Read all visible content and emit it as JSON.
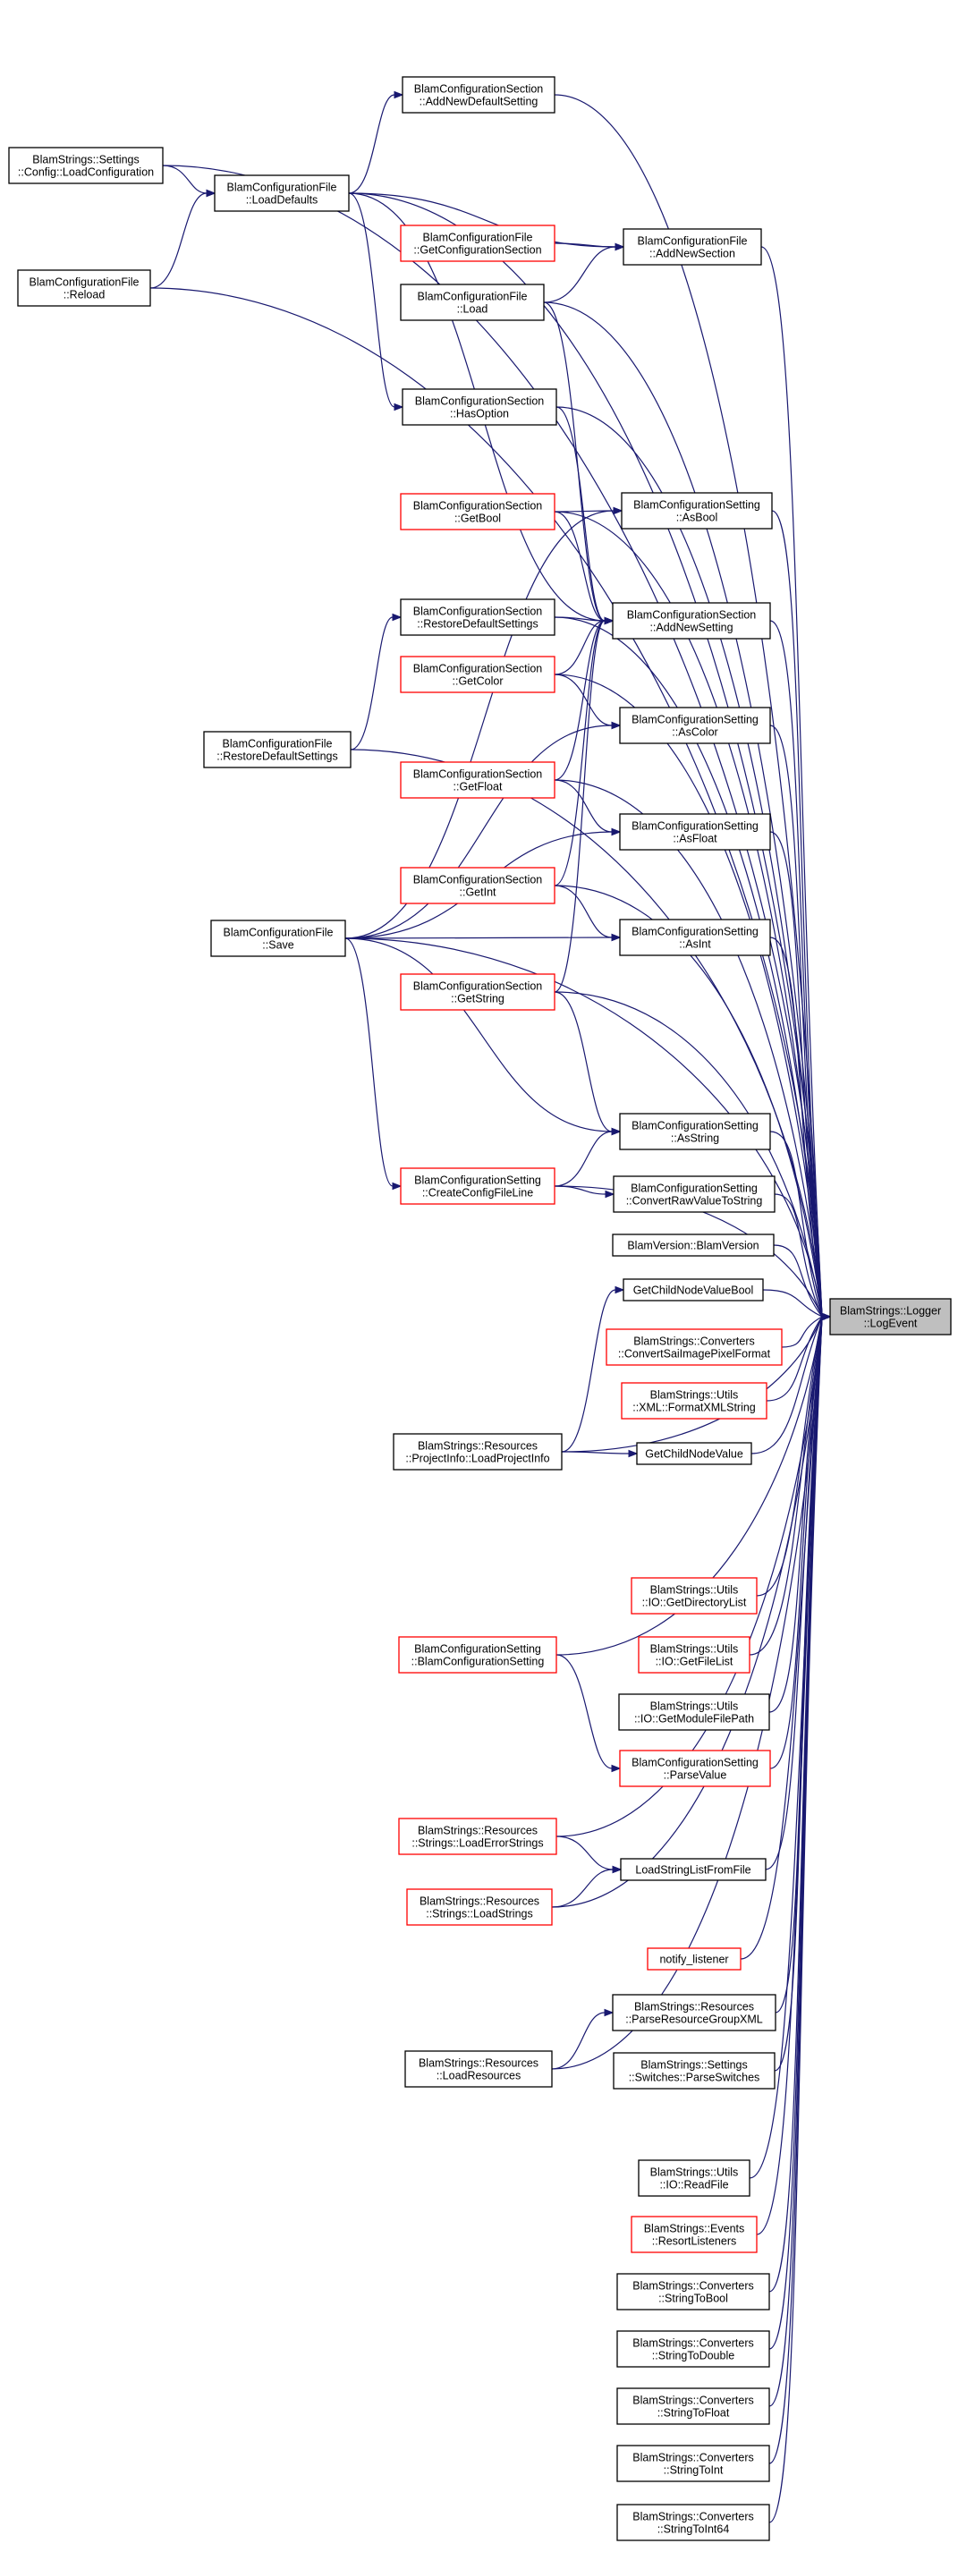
{
  "nodes": [
    {
      "id": "n0",
      "lines": [
        "BlamConfigurationSection",
        "::AddNewDefaultSetting"
      ],
      "border": "black"
    },
    {
      "id": "n1",
      "lines": [
        "BlamStrings::Settings",
        "::Config::LoadConfiguration"
      ],
      "border": "black"
    },
    {
      "id": "n2",
      "lines": [
        "BlamConfigurationFile",
        "::LoadDefaults"
      ],
      "border": "black"
    },
    {
      "id": "n3",
      "lines": [
        "BlamConfigurationFile",
        "::GetConfigurationSection"
      ],
      "border": "red"
    },
    {
      "id": "n4",
      "lines": [
        "BlamConfigurationFile",
        "::AddNewSection"
      ],
      "border": "black"
    },
    {
      "id": "n5",
      "lines": [
        "BlamConfigurationFile",
        "::Reload"
      ],
      "border": "black"
    },
    {
      "id": "n6",
      "lines": [
        "BlamConfigurationFile",
        "::Load"
      ],
      "border": "black"
    },
    {
      "id": "n7",
      "lines": [
        "BlamConfigurationSection",
        "::HasOption"
      ],
      "border": "black"
    },
    {
      "id": "n8",
      "lines": [
        "BlamConfigurationSection",
        "::GetBool"
      ],
      "border": "red"
    },
    {
      "id": "n9",
      "lines": [
        "BlamConfigurationSetting",
        "::AsBool"
      ],
      "border": "black"
    },
    {
      "id": "n10",
      "lines": [
        "BlamConfigurationSection",
        "::RestoreDefaultSettings"
      ],
      "border": "black"
    },
    {
      "id": "n11",
      "lines": [
        "BlamConfigurationSection",
        "::AddNewSetting"
      ],
      "border": "black"
    },
    {
      "id": "n12",
      "lines": [
        "BlamConfigurationSection",
        "::GetColor"
      ],
      "border": "red"
    },
    {
      "id": "n13",
      "lines": [
        "BlamConfigurationSetting",
        "::AsColor"
      ],
      "border": "black"
    },
    {
      "id": "n14",
      "lines": [
        "BlamConfigurationFile",
        "::RestoreDefaultSettings"
      ],
      "border": "black"
    },
    {
      "id": "n15",
      "lines": [
        "BlamConfigurationSection",
        "::GetFloat"
      ],
      "border": "red"
    },
    {
      "id": "n16",
      "lines": [
        "BlamConfigurationSetting",
        "::AsFloat"
      ],
      "border": "black"
    },
    {
      "id": "n17",
      "lines": [
        "BlamConfigurationSection",
        "::GetInt"
      ],
      "border": "red"
    },
    {
      "id": "n18",
      "lines": [
        "BlamConfigurationFile",
        "::Save"
      ],
      "border": "black"
    },
    {
      "id": "n19",
      "lines": [
        "BlamConfigurationSetting",
        "::AsInt"
      ],
      "border": "black"
    },
    {
      "id": "n20",
      "lines": [
        "BlamConfigurationSection",
        "::GetString"
      ],
      "border": "red"
    },
    {
      "id": "n21",
      "lines": [
        "BlamConfigurationSetting",
        "::AsString"
      ],
      "border": "black"
    },
    {
      "id": "n22",
      "lines": [
        "BlamConfigurationSetting",
        "::CreateConfigFileLine"
      ],
      "border": "red"
    },
    {
      "id": "n23",
      "lines": [
        "BlamConfigurationSetting",
        "::ConvertRawValueToString"
      ],
      "border": "black"
    },
    {
      "id": "n24",
      "lines": [
        "BlamVersion::BlamVersion"
      ],
      "border": "black"
    },
    {
      "id": "n25",
      "lines": [
        "GetChildNodeValueBool"
      ],
      "border": "black"
    },
    {
      "id": "n26",
      "lines": [
        "BlamStrings::Logger",
        "::LogEvent"
      ],
      "border": "target"
    },
    {
      "id": "n27",
      "lines": [
        "BlamStrings::Converters",
        "::ConvertSaiImagePixelFormat"
      ],
      "border": "red"
    },
    {
      "id": "n28",
      "lines": [
        "BlamStrings::Utils",
        "::XML::FormatXMLString"
      ],
      "border": "red"
    },
    {
      "id": "n29",
      "lines": [
        "BlamStrings::Resources",
        "::ProjectInfo::LoadProjectInfo"
      ],
      "border": "black"
    },
    {
      "id": "n30",
      "lines": [
        "GetChildNodeValue"
      ],
      "border": "black"
    },
    {
      "id": "n31",
      "lines": [
        "BlamStrings::Utils",
        "::IO::GetDirectoryList"
      ],
      "border": "red"
    },
    {
      "id": "n32",
      "lines": [
        "BlamConfigurationSetting",
        "::BlamConfigurationSetting"
      ],
      "border": "red"
    },
    {
      "id": "n33",
      "lines": [
        "BlamStrings::Utils",
        "::IO::GetFileList"
      ],
      "border": "red"
    },
    {
      "id": "n34",
      "lines": [
        "BlamStrings::Utils",
        "::IO::GetModuleFilePath"
      ],
      "border": "black"
    },
    {
      "id": "n35",
      "lines": [
        "BlamConfigurationSetting",
        "::ParseValue"
      ],
      "border": "red"
    },
    {
      "id": "n36",
      "lines": [
        "BlamStrings::Resources",
        "::Strings::LoadErrorStrings"
      ],
      "border": "red"
    },
    {
      "id": "n37",
      "lines": [
        "LoadStringListFromFile"
      ],
      "border": "black"
    },
    {
      "id": "n38",
      "lines": [
        "BlamStrings::Resources",
        "::Strings::LoadStrings"
      ],
      "border": "red"
    },
    {
      "id": "n39",
      "lines": [
        "notify_listener"
      ],
      "border": "red"
    },
    {
      "id": "n40",
      "lines": [
        "BlamStrings::Resources",
        "::ParseResourceGroupXML"
      ],
      "border": "black"
    },
    {
      "id": "n41",
      "lines": [
        "BlamStrings::Resources",
        "::LoadResources"
      ],
      "border": "black"
    },
    {
      "id": "n42",
      "lines": [
        "BlamStrings::Settings",
        "::Switches::ParseSwitches"
      ],
      "border": "black"
    },
    {
      "id": "n43",
      "lines": [
        "BlamStrings::Utils",
        "::IO::ReadFile"
      ],
      "border": "black"
    },
    {
      "id": "n44",
      "lines": [
        "BlamStrings::Events",
        "::ResortListeners"
      ],
      "border": "red"
    },
    {
      "id": "n45",
      "lines": [
        "BlamStrings::Converters",
        "::StringToBool"
      ],
      "border": "black"
    },
    {
      "id": "n46",
      "lines": [
        "BlamStrings::Converters",
        "::StringToDouble"
      ],
      "border": "black"
    },
    {
      "id": "n47",
      "lines": [
        "BlamStrings::Converters",
        "::StringToFloat"
      ],
      "border": "black"
    },
    {
      "id": "n48",
      "lines": [
        "BlamStrings::Converters",
        "::StringToInt"
      ],
      "border": "black"
    },
    {
      "id": "n49",
      "lines": [
        "BlamStrings::Converters",
        "::StringToInt64"
      ],
      "border": "black"
    }
  ],
  "edges": [
    [
      "n2",
      "n0"
    ],
    [
      "n1",
      "n2"
    ],
    [
      "n5",
      "n2"
    ],
    [
      "n2",
      "n4"
    ],
    [
      "n3",
      "n4"
    ],
    [
      "n6",
      "n4"
    ],
    [
      "n2",
      "n7"
    ],
    [
      "n2",
      "n11"
    ],
    [
      "n8",
      "n9"
    ],
    [
      "n7",
      "n11"
    ],
    [
      "n6",
      "n11"
    ],
    [
      "n8",
      "n11"
    ],
    [
      "n10",
      "n11"
    ],
    [
      "n12",
      "n11"
    ],
    [
      "n15",
      "n11"
    ],
    [
      "n17",
      "n11"
    ],
    [
      "n20",
      "n11"
    ],
    [
      "n14",
      "n10"
    ],
    [
      "n12",
      "n13"
    ],
    [
      "n15",
      "n16"
    ],
    [
      "n17",
      "n19"
    ],
    [
      "n20",
      "n21"
    ],
    [
      "n18",
      "n9"
    ],
    [
      "n18",
      "n13"
    ],
    [
      "n18",
      "n16"
    ],
    [
      "n18",
      "n19"
    ],
    [
      "n18",
      "n21"
    ],
    [
      "n18",
      "n22"
    ],
    [
      "n22",
      "n21"
    ],
    [
      "n22",
      "n23"
    ],
    [
      "n29",
      "n25"
    ],
    [
      "n29",
      "n30"
    ],
    [
      "n32",
      "n35"
    ],
    [
      "n36",
      "n37"
    ],
    [
      "n38",
      "n37"
    ],
    [
      "n41",
      "n40"
    ],
    [
      "n0",
      "n26"
    ],
    [
      "n1",
      "n26"
    ],
    [
      "n2",
      "n26"
    ],
    [
      "n4",
      "n26"
    ],
    [
      "n5",
      "n26"
    ],
    [
      "n6",
      "n26"
    ],
    [
      "n7",
      "n26"
    ],
    [
      "n8",
      "n26"
    ],
    [
      "n9",
      "n26"
    ],
    [
      "n10",
      "n26"
    ],
    [
      "n11",
      "n26"
    ],
    [
      "n12",
      "n26"
    ],
    [
      "n13",
      "n26"
    ],
    [
      "n14",
      "n26"
    ],
    [
      "n15",
      "n26"
    ],
    [
      "n16",
      "n26"
    ],
    [
      "n17",
      "n26"
    ],
    [
      "n18",
      "n26"
    ],
    [
      "n19",
      "n26"
    ],
    [
      "n20",
      "n26"
    ],
    [
      "n21",
      "n26"
    ],
    [
      "n22",
      "n26"
    ],
    [
      "n23",
      "n26"
    ],
    [
      "n24",
      "n26"
    ],
    [
      "n25",
      "n26"
    ],
    [
      "n27",
      "n26"
    ],
    [
      "n28",
      "n26"
    ],
    [
      "n29",
      "n26"
    ],
    [
      "n30",
      "n26"
    ],
    [
      "n31",
      "n26"
    ],
    [
      "n32",
      "n26"
    ],
    [
      "n33",
      "n26"
    ],
    [
      "n34",
      "n26"
    ],
    [
      "n35",
      "n26"
    ],
    [
      "n36",
      "n26"
    ],
    [
      "n37",
      "n26"
    ],
    [
      "n38",
      "n26"
    ],
    [
      "n39",
      "n26"
    ],
    [
      "n40",
      "n26"
    ],
    [
      "n41",
      "n26"
    ],
    [
      "n42",
      "n26"
    ],
    [
      "n43",
      "n26"
    ],
    [
      "n44",
      "n26"
    ],
    [
      "n45",
      "n26"
    ],
    [
      "n46",
      "n26"
    ],
    [
      "n47",
      "n26"
    ],
    [
      "n48",
      "n26"
    ],
    [
      "n49",
      "n26"
    ]
  ],
  "colors": {
    "edge": "#191970",
    "target_fill": "#bfbfbf",
    "red_border": "#ff0000",
    "black_border": "#000000"
  }
}
